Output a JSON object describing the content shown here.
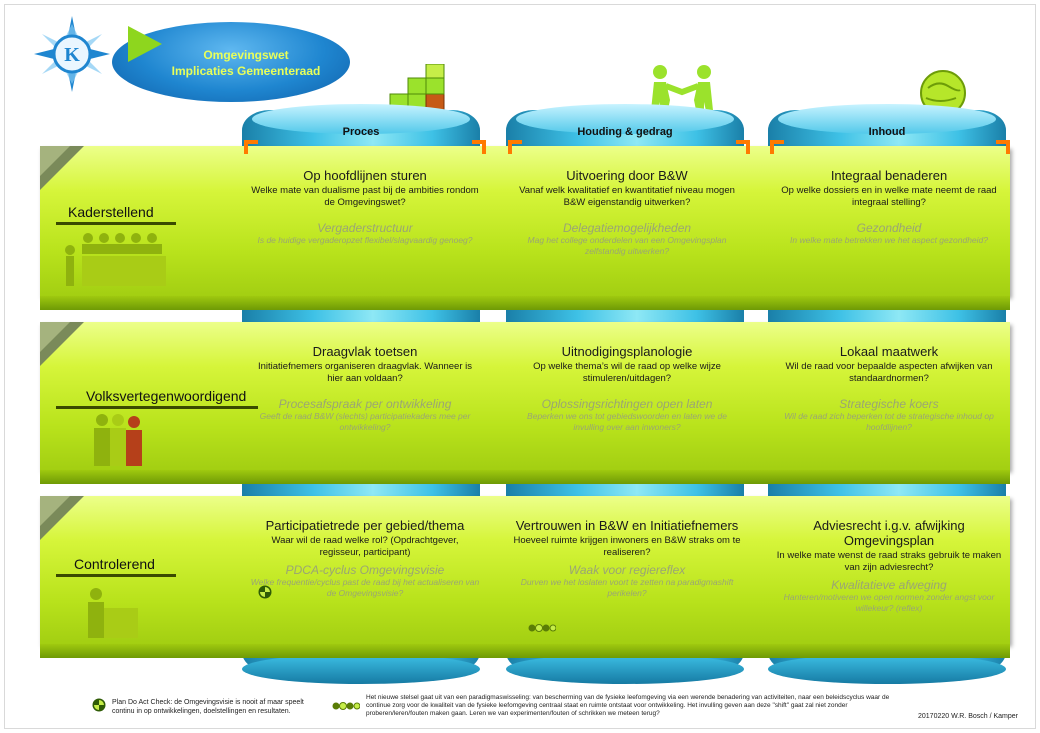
{
  "header": {
    "title_line1": "Omgevingswet",
    "title_line2": "Implicaties Gemeenteraad"
  },
  "columns": [
    {
      "label": "Proces"
    },
    {
      "label": "Houding & gedrag"
    },
    {
      "label": "Inhoud"
    }
  ],
  "rows": [
    {
      "label": "Kaderstellend",
      "cells": [
        {
          "heading": "Op hoofdlijnen sturen",
          "question": "Welke mate van dualisme past bij de ambities rondom de Omgevingswet?",
          "sub_heading": "Vergaderstructuur",
          "sub_question": "Is de huidige vergaderopzet flexibel/slagvaardig genoeg?"
        },
        {
          "heading": "Uitvoering door B&W",
          "question": "Vanaf welk kwalitatief en kwantitatief niveau mogen B&W eigenstandig uitwerken?",
          "sub_heading": "Delegatiemogelijkheden",
          "sub_question": "Mag het college onderdelen van een Omgevingsplan zelfstandig uitwerken?"
        },
        {
          "heading": "Integraal benaderen",
          "question": "Op welke dossiers en in welke mate neemt de raad integraal stelling?",
          "sub_heading": "Gezondheid",
          "sub_question": "In welke mate betrekken we het aspect gezondheid?"
        }
      ]
    },
    {
      "label": "Volksvertegenwoordigend",
      "cells": [
        {
          "heading": "Draagvlak toetsen",
          "question": "Initiatiefnemers organiseren draagvlak. Wanneer is hier aan voldaan?",
          "sub_heading": "Procesafspraak per ontwikkeling",
          "sub_question": "Geeft de raad B&W (slechts) participatiekaders mee per ontwikkeling?"
        },
        {
          "heading": "Uitnodigingsplanologie",
          "question": "Op welke thema’s wil de raad op welke wijze stimuleren/uitdagen?",
          "sub_heading": "Oplossingsrichtingen open laten",
          "sub_question": "Beperken we ons tot gebiedswoorden en laten we de invulling over aan inwoners?"
        },
        {
          "heading": "Lokaal maatwerk",
          "question": "Wil de raad voor bepaalde aspecten afwijken van standaardnormen?",
          "sub_heading": "Strategische koers",
          "sub_question": "Wil de raad zich beperken tot de strategische inhoud op hoofdlijnen?"
        }
      ]
    },
    {
      "label": "Controlerend",
      "cells": [
        {
          "heading": "Participatietrede per gebied/thema",
          "question": "Waar wil de raad welke rol? (Opdrachtgever, regisseur, participant)",
          "sub_heading": "PDCA-cyclus Omgevingsvisie",
          "sub_question": "Welke frequentie/cyclus past de raad bij het actualiseren van de Omgevingsvisie?"
        },
        {
          "heading": "Vertrouwen in B&W en Initiatiefnemers",
          "question": "Hoeveel ruimte krijgen inwoners en B&W straks om te realiseren?",
          "sub_heading": "Waak voor regiereflex",
          "sub_question": "Durven we het loslaten voort te zetten na paradigmashift perikelen?"
        },
        {
          "heading": "Adviesrecht i.g.v. afwijking Omgevingsplan",
          "question": "In welke mate wenst de raad straks gebruik te maken van zijn adviesrecht?",
          "sub_heading": "Kwalitatieve afweging",
          "sub_question": "Hanteren/motiveren we open normen zonder angst voor willekeur? (reflex)"
        }
      ]
    }
  ],
  "footer": {
    "pdca_note": "Plan Do Act Check: de Omgevingsvisie is nooit af maar speelt continu in op ontwikkelingen, doelstellingen en resultaten.",
    "paradigm_note": "Het nieuwe stelsel gaat uit van een paradigmaswisseling: van bescherming van de fysieke leefomgeving via een werende benadering van activiteiten, naar een beleidscyclus waar de continue zorg voor de kwaliteit van de fysieke leefomgeving centraal staat en ruimte ontstaat voor ontwikkeling. Het invulling geven aan deze \"shift\" gaat zal niet zonder proberen/leren/fouten maken gaan. Leren we van experimenten/fouten of schrikken we meteen terug?",
    "credit": "20170220 W.R. Bosch / Kamper"
  },
  "colors": {
    "row_green": "#c8ec28",
    "column_blue": "#3ec1e6",
    "accent_orange": "#ff7a00",
    "oval_blue": "#1f86d0",
    "title_yellow": "#e8ff5a"
  }
}
